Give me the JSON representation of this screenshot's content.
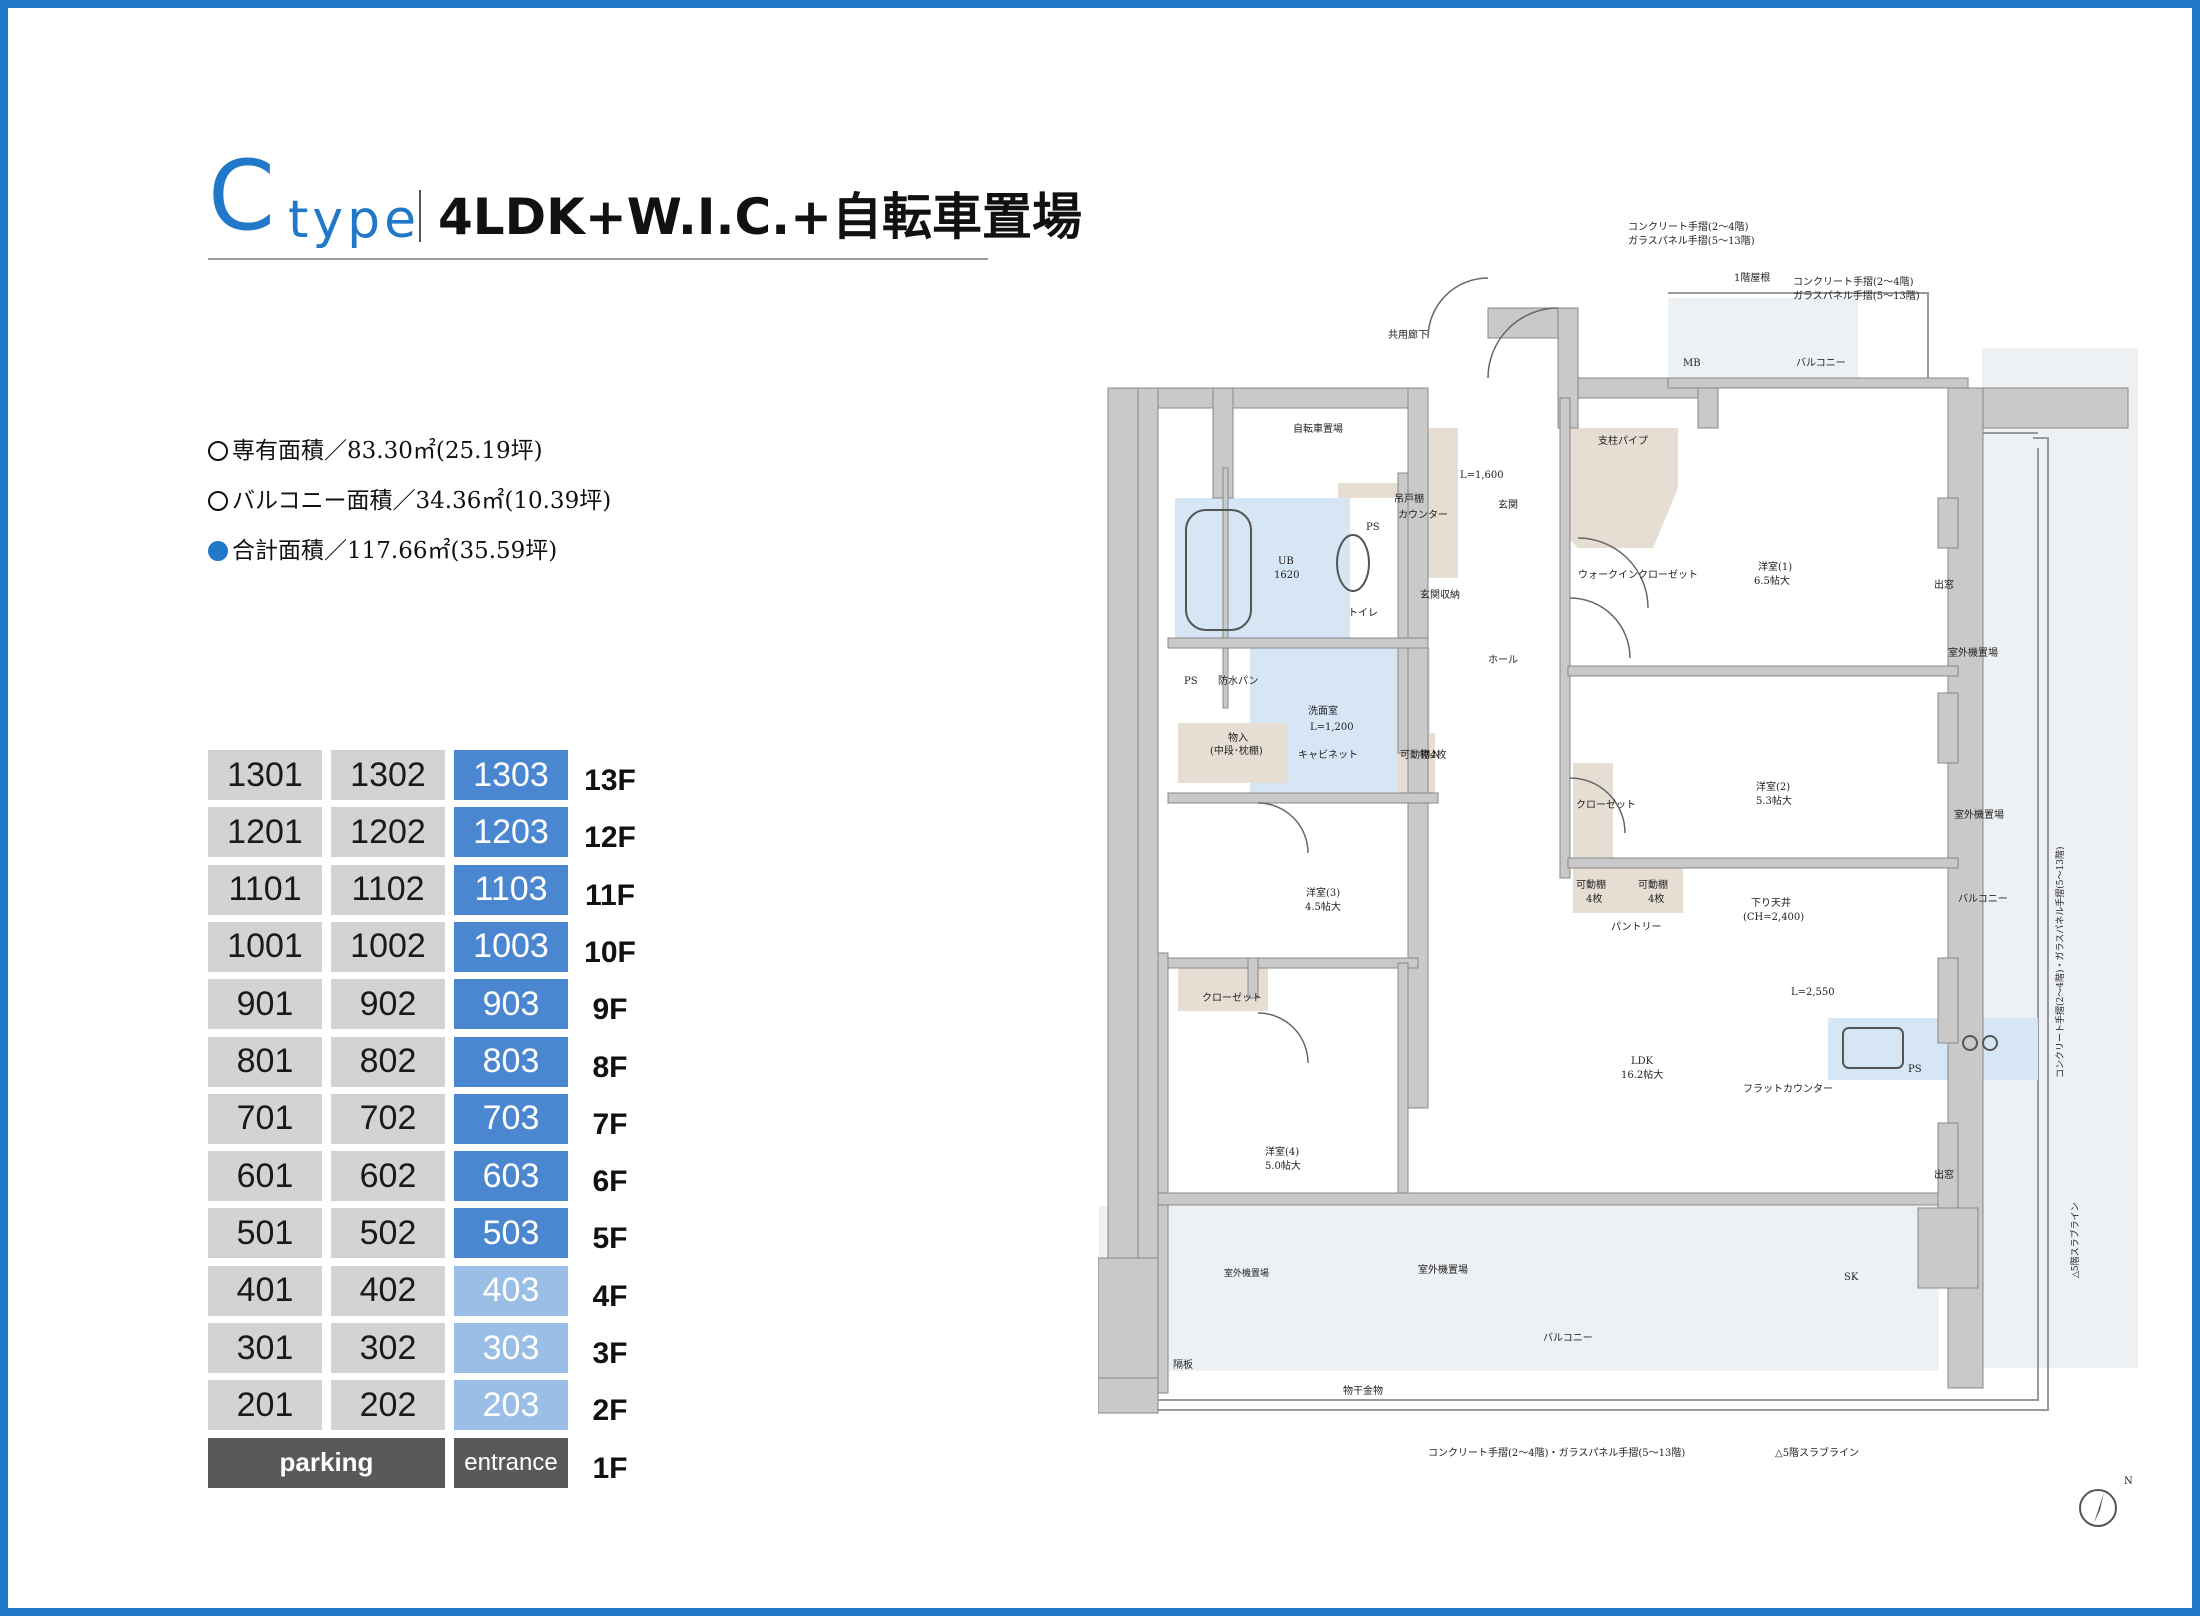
{
  "title": {
    "letter": "C",
    "type": "type",
    "layout": "4LDK+W.I.C.+自転車置場"
  },
  "areas": [
    {
      "text": "専有面積／83.30㎡(25.19坪)",
      "filled": false
    },
    {
      "text": "バルコニー面積／34.36㎡(10.39坪)",
      "filled": false
    },
    {
      "text": "合計面積／117.66㎡(35.59坪)",
      "filled": true
    }
  ],
  "floors": [
    {
      "units": [
        "1301",
        "1302",
        "1303"
      ],
      "floor": "13F",
      "highlight": "dark"
    },
    {
      "units": [
        "1201",
        "1202",
        "1203"
      ],
      "floor": "12F",
      "highlight": "dark"
    },
    {
      "units": [
        "1101",
        "1102",
        "1103"
      ],
      "floor": "11F",
      "highlight": "dark"
    },
    {
      "units": [
        "1001",
        "1002",
        "1003"
      ],
      "floor": "10F",
      "highlight": "dark"
    },
    {
      "units": [
        "901",
        "902",
        "903"
      ],
      "floor": "9F",
      "highlight": "dark"
    },
    {
      "units": [
        "801",
        "802",
        "803"
      ],
      "floor": "8F",
      "highlight": "dark"
    },
    {
      "units": [
        "701",
        "702",
        "703"
      ],
      "floor": "7F",
      "highlight": "dark"
    },
    {
      "units": [
        "601",
        "602",
        "603"
      ],
      "floor": "6F",
      "highlight": "dark"
    },
    {
      "units": [
        "501",
        "502",
        "503"
      ],
      "floor": "5F",
      "highlight": "dark"
    },
    {
      "units": [
        "401",
        "402",
        "403"
      ],
      "floor": "4F",
      "highlight": "light"
    },
    {
      "units": [
        "301",
        "302",
        "303"
      ],
      "floor": "3F",
      "highlight": "light"
    },
    {
      "units": [
        "201",
        "202",
        "203"
      ],
      "floor": "2F",
      "highlight": "light"
    }
  ],
  "ground": {
    "parking": "parking",
    "entrance": "entrance",
    "floor": "1F"
  },
  "plan": {
    "rail_top": "コンクリート手摺(2～4階)",
    "rail_top2": "ガラスパネル手摺(5～13階)",
    "roof": "1階屋根",
    "rail_right_top": "コンクリート手摺(2～4階)",
    "rail_right_top2": "ガラスパネル手摺(5～13階)",
    "corridor": "共用廊下",
    "mb": "MB",
    "balcony_top": "バルコニー",
    "bicycle": "自転車置場",
    "ps1": "PS",
    "shoe_cabinet": "吊戸棚",
    "counter": "カウンター",
    "genkan_storage": "玄関収納",
    "l1600": "L=1,600",
    "genkan": "玄関",
    "pipe": "支柱パイプ",
    "wic": "ウォークインクローゼット",
    "ub": "UB",
    "ub_size": "1620",
    "toilet": "トイレ",
    "room1": "洋室(1)",
    "room1_size": "6.5帖大",
    "window1": "出窓",
    "hall": "ホール",
    "ps2": "PS",
    "washpan": "防水パン",
    "washroom": "洗面室",
    "l1200": "L=1,200",
    "storage": "物入",
    "storage_sub": "(中段･枕棚)",
    "cabinet": "キャビネット",
    "shelf4": "可動棚4枚",
    "storage2": "物入",
    "outdoor_unit1": "室外機置場",
    "closet2": "クローゼット",
    "room2": "洋室(2)",
    "room2_size": "5.3帖大",
    "outdoor_unit2": "室外機置場",
    "balcony_right": "バルコニー",
    "rail_side": "コンクリート手摺(2～4階)・ガラスパネル手摺(5～13階)",
    "room3": "洋室(3)",
    "room3_size": "4.5帖大",
    "shelf_a": "可動棚",
    "shelf_a_n": "4枚",
    "shelf_b": "可動棚",
    "shelf_b_n": "4枚",
    "pantry": "パントリー",
    "ceiling": "下り天井",
    "ceiling_h": "(CH=2,400)",
    "l2550": "L=2,550",
    "closet3": "クローゼット",
    "ldk": "LDK",
    "ldk_size": "16.2帖大",
    "ps3": "PS",
    "flat_counter": "フラットカウンター",
    "room4": "洋室(4)",
    "room4_size": "5.0帖大",
    "window2": "出窓",
    "slab_side": "△5階スラブライン",
    "outdoor_unit3": "室外機置場",
    "outdoor_unit4": "室外機置場",
    "sk": "SK",
    "balcony_bottom": "バルコニー",
    "partition": "隔板",
    "dryer": "物干金物",
    "rail_bottom": "コンクリート手摺(2～4階)・ガラスパネル手摺(5～13階)",
    "slab_bottom": "△5階スラブライン",
    "north": "N"
  },
  "colors": {
    "accent": "#2178c8",
    "unit_dark": "#4a87d0",
    "unit_light": "#9bbee6",
    "water": "#d6e6f5",
    "storage": "#e6ddd3",
    "wall": "#c9c9c9"
  }
}
